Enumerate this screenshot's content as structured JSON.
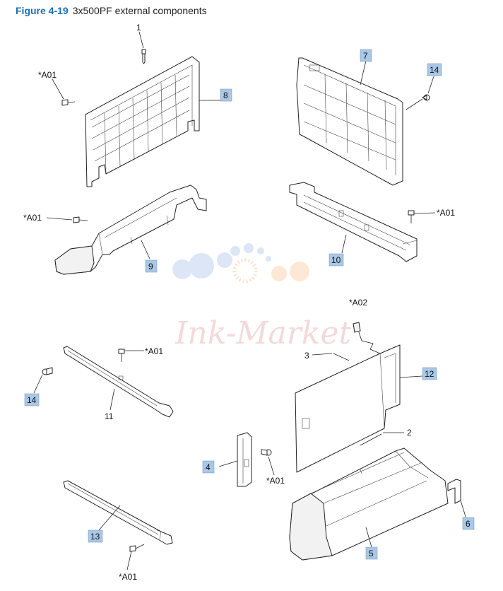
{
  "figure": {
    "number": "Figure 4-19",
    "caption": "3x500PF external components"
  },
  "watermark": {
    "text": "Ink-Market"
  },
  "callouts": {
    "c1": "1",
    "c2": "2",
    "c3": "3",
    "c4": "4",
    "c5": "5",
    "c6": "6",
    "c7": "7",
    "c8": "8",
    "c9": "9",
    "c10": "10",
    "c11": "11",
    "c12": "12",
    "c13": "13",
    "c14a": "14",
    "c14b": "14",
    "a01_1": "*A01",
    "a01_2": "*A01",
    "a01_3": "*A01",
    "a01_4": "*A01",
    "a01_5": "*A01",
    "a01_6": "*A01",
    "a02": "*A02"
  },
  "colors": {
    "title_accent": "#1a6fb6",
    "callout_fill": "#a9c7e6"
  }
}
